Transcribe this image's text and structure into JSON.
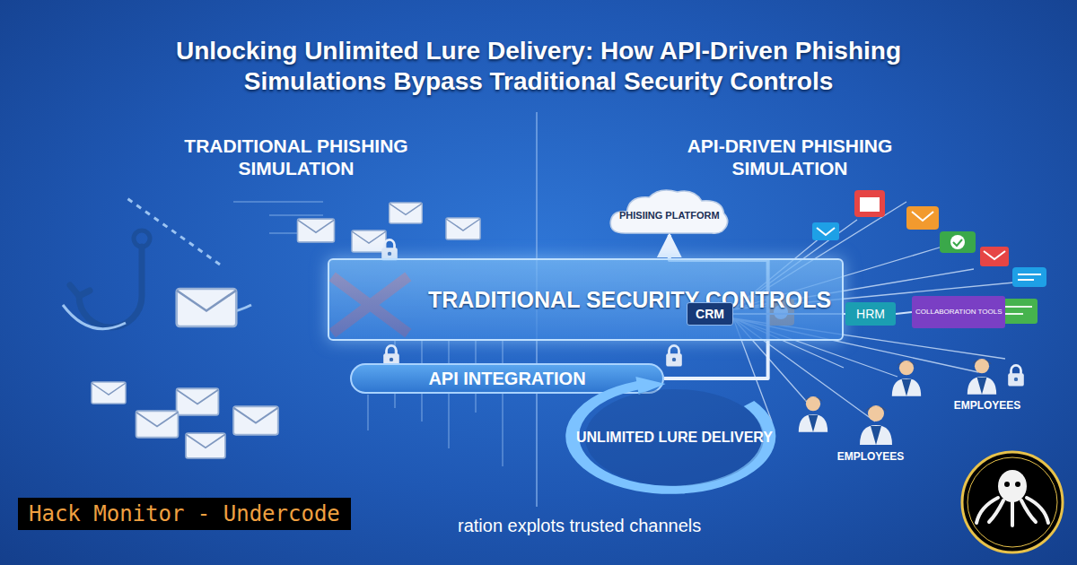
{
  "diagram": {
    "title": "Unlocking Unlimited Lure Delivery: How API-Driven Phishing Simulations Bypass Traditional Security Controls",
    "caption": "ration explots trusted channels",
    "nodes": [
      {
        "text": [
          "TRADITIONAL SECURITY CONTROLS"
        ]
      },
      {
        "text": [
          "API INTEGRATION"
        ]
      },
      {
        "text": [
          "UNLIMITED LURE DELIVERY"
        ]
      },
      {
        "text": [
          "PHISIING PLATFORM"
        ]
      },
      {
        "text": [
          "CRM"
        ]
      },
      {
        "text": [
          "HRM"
        ]
      },
      {
        "text": [
          "COLLABORATION TOOLS"
        ]
      }
    ],
    "edges": [
      {
        "from": 1,
        "to": 3,
        "arrow": "to"
      },
      {
        "from": 4,
        "to": 5,
        "arrow": "none"
      },
      {
        "from": 5,
        "to": 6,
        "arrow": "none"
      }
    ],
    "labels": [
      "TRADITIONAL PHISHING SIMULATION",
      "API-DRIVEN PHISHING SIMULATION",
      "EMPLOYEES",
      "EMPLOYEES",
      "Hack Monitor - Undercode"
    ]
  }
}
